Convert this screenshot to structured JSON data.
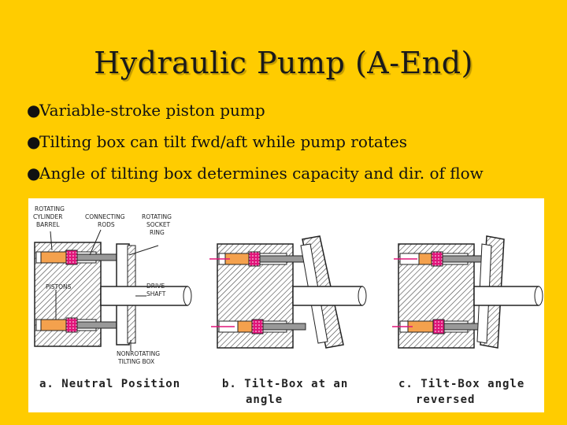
{
  "slide": {
    "title": "Hydraulic Pump (A-End)",
    "bullet_glyph": "●",
    "bullets": [
      "Variable-stroke piston pump",
      "Tilting box can tilt fwd/aft while pump rotates",
      "Angle of tilting box determines capacity and dir. of flow"
    ]
  },
  "figure": {
    "labels": {
      "rotating_cylinder_1": "ROTATING",
      "rotating_cylinder_2": "CYLINDER",
      "rotating_cylinder_3": "BARREL",
      "connecting_rods_1": "CONNECTING",
      "connecting_rods_2": "RODS",
      "socket_ring_1": "ROTATING",
      "socket_ring_2": "SOCKET",
      "socket_ring_3": "RING",
      "pistons": "PISTONS",
      "drive_shaft_1": "DRIVE",
      "drive_shaft_2": "SHAFT",
      "tilting_box_1": "NONROTATING",
      "tilting_box_2": "TILTING BOX"
    },
    "captions": {
      "a": "a. Neutral Position",
      "b_1": "b. Tilt-Box at an",
      "b_2": "angle",
      "c_1": "c. Tilt-Box angle",
      "c_2": "reversed"
    },
    "colors": {
      "piston": "#F4A14D",
      "piston_head": "#E0157A",
      "hatch": "#333333"
    }
  }
}
